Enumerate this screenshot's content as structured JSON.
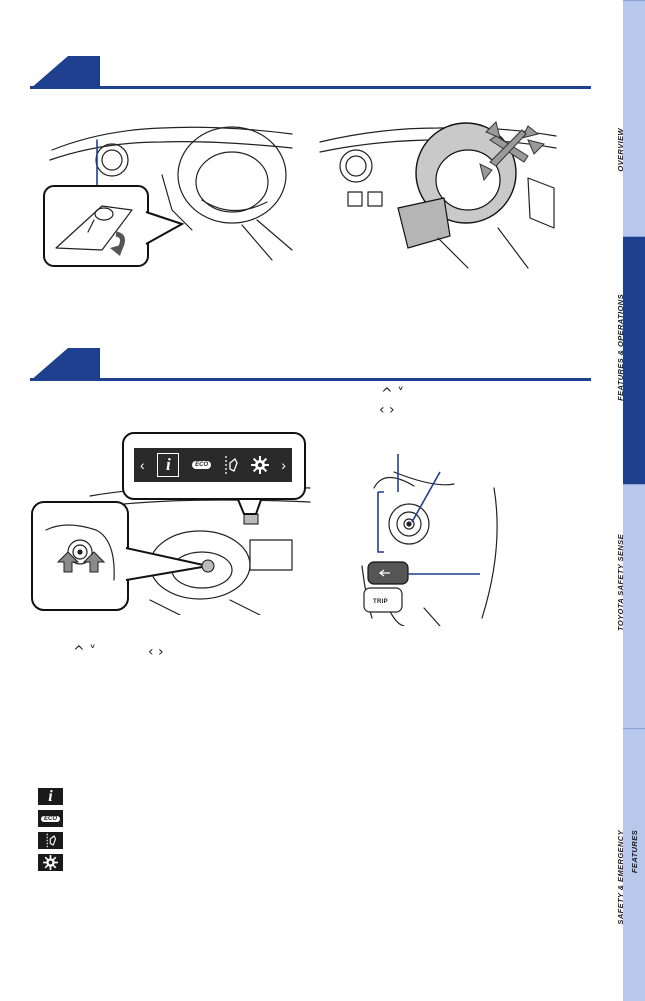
{
  "side_tabs": [
    {
      "label": "OVERVIEW",
      "active": false
    },
    {
      "label": "FEATURES & OPERATIONS",
      "active": true
    },
    {
      "label": "TOYOTA SAFETY SENSE",
      "active": false
    },
    {
      "label": "SAFETY & EMERGENCY FEATURES",
      "active": false
    }
  ],
  "display_icons": {
    "left_arrow": "‹",
    "info": "i",
    "eco": "ECO",
    "right_arrow": "›"
  },
  "switch_glyphs": {
    "up_down": "^ ˅",
    "left_right": "‹ ›"
  },
  "switch_labels": {
    "trip": "TRIP"
  },
  "body_glyphs": {
    "up_down": "^ ˅",
    "left_right": "‹ ›"
  },
  "legend": {
    "info_icon": "i",
    "eco_icon": "ECO"
  },
  "colors": {
    "brand_blue": "#1f3f8f",
    "tab_light": "#b7c8ec"
  }
}
